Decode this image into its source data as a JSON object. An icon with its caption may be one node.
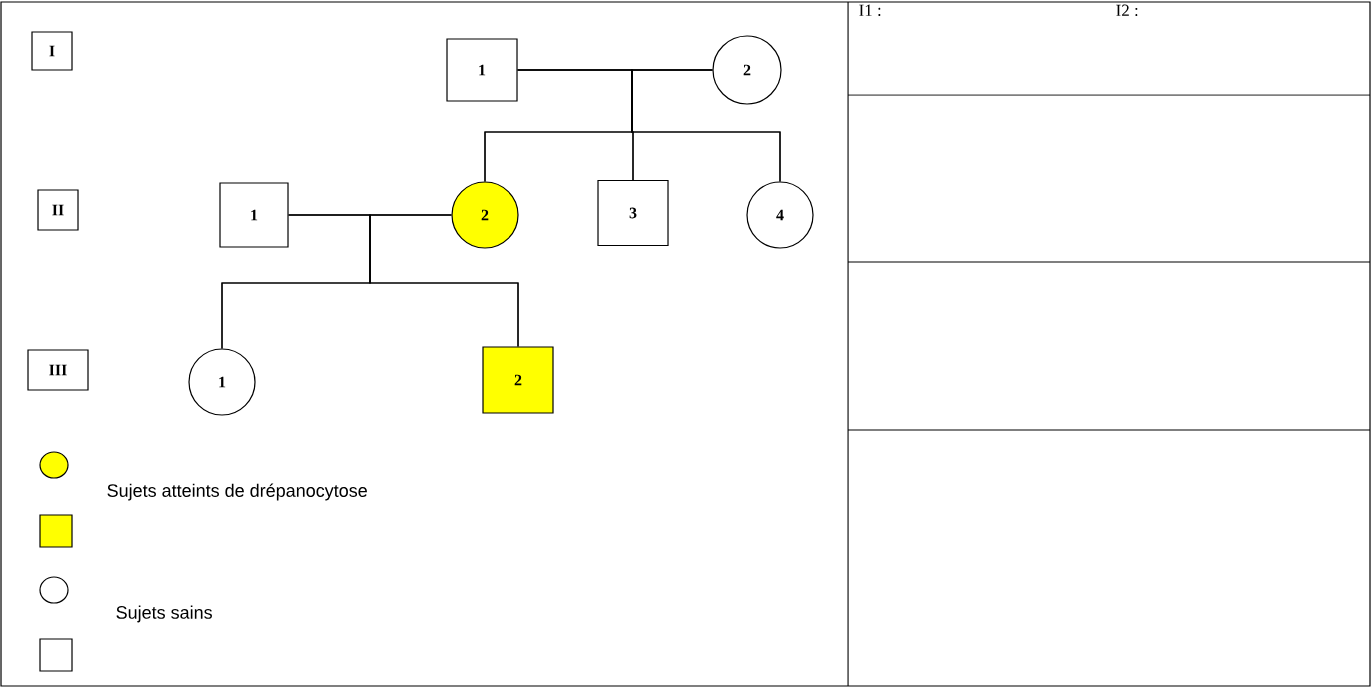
{
  "diagram": {
    "nodes": [
      {
        "text": [
          "I"
        ]
      },
      {
        "text": [
          "1"
        ]
      },
      {
        "text": [
          "2"
        ]
      },
      {
        "text": [
          "II"
        ]
      },
      {
        "text": [
          "1"
        ]
      },
      {
        "text": [
          "2"
        ]
      },
      {
        "text": [
          "3"
        ]
      },
      {
        "text": [
          "4"
        ]
      },
      {
        "text": [
          "III"
        ]
      },
      {
        "text": [
          "1"
        ]
      },
      {
        "text": [
          "2"
        ]
      }
    ],
    "edges": [
      {
        "from": 1,
        "to": 2,
        "arrow": "none"
      },
      {
        "from": 1,
        "to": 5,
        "arrow": "none"
      },
      {
        "from": 1,
        "to": 6,
        "arrow": "none"
      },
      {
        "from": 1,
        "to": 7,
        "arrow": "none"
      },
      {
        "from": 2,
        "to": 5,
        "arrow": "none"
      },
      {
        "from": 2,
        "to": 6,
        "arrow": "none"
      },
      {
        "from": 2,
        "to": 7,
        "arrow": "none"
      },
      {
        "from": 4,
        "to": 5,
        "arrow": "none"
      },
      {
        "from": 4,
        "to": 9,
        "arrow": "none"
      },
      {
        "from": 4,
        "to": 10,
        "arrow": "none"
      },
      {
        "from": 5,
        "to": 9,
        "arrow": "none"
      },
      {
        "from": 5,
        "to": 10,
        "arrow": "none"
      }
    ],
    "labels": [
      "I1 :",
      "I2 :"
    ],
    "legend": [
      {
        "text": "Sujets atteints de drépanocytose",
        "color": "#ffff00"
      },
      {
        "text": "Sujets sains"
      }
    ]
  }
}
